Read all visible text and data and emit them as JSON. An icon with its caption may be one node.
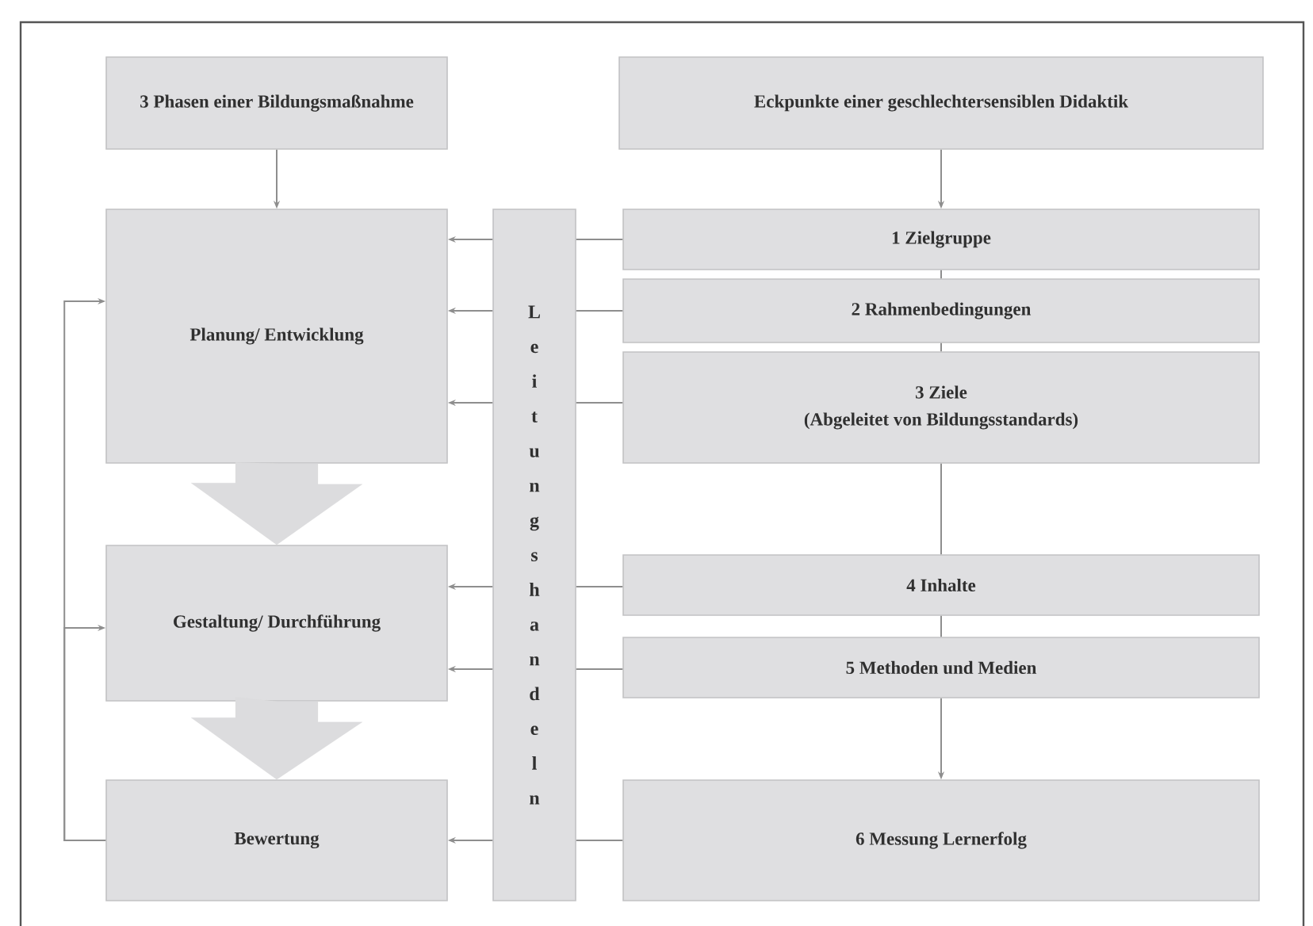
{
  "diagram": {
    "nodes": [
      {
        "text": [
          "3 Phasen einer Bildungsmaßnahme"
        ]
      },
      {
        "text": [
          "Eckpunkte einer geschlechtersensiblen Didaktik"
        ]
      },
      {
        "text": [
          "Planung/ Entwicklung"
        ]
      },
      {
        "text": [
          "Leitungshandeln"
        ]
      },
      {
        "text": [
          "1 Zielgruppe"
        ]
      },
      {
        "text": [
          "2 Rahmenbedingungen"
        ]
      },
      {
        "text": [
          "3 Ziele",
          "(Abgeleitet von Bildungsstandards)"
        ]
      },
      {
        "text": [
          "Gestaltung/ Durchführung"
        ]
      },
      {
        "text": [
          "4 Inhalte"
        ]
      },
      {
        "text": [
          "5 Methoden und Medien"
        ]
      },
      {
        "text": [
          "Bewertung"
        ]
      },
      {
        "text": [
          "6 Messung Lernerfolg"
        ]
      }
    ],
    "edges": [
      {
        "from": 0,
        "to": 2,
        "arrow": "to"
      },
      {
        "from": 1,
        "to": 4,
        "arrow": "to"
      },
      {
        "from": 4,
        "to": 3,
        "arrow": "none"
      },
      {
        "from": 3,
        "to": 2,
        "arrow": "to"
      },
      {
        "from": 5,
        "to": 3,
        "arrow": "none"
      },
      {
        "from": 3,
        "to": 2,
        "arrow": "to"
      },
      {
        "from": 6,
        "to": 3,
        "arrow": "none"
      },
      {
        "from": 3,
        "to": 2,
        "arrow": "to"
      },
      {
        "from": 4,
        "to": 5,
        "arrow": "none"
      },
      {
        "from": 5,
        "to": 6,
        "arrow": "none"
      },
      {
        "from": 6,
        "to": 8,
        "arrow": "none"
      },
      {
        "from": 8,
        "to": 9,
        "arrow": "none"
      },
      {
        "from": 9,
        "to": 11,
        "arrow": "to"
      },
      {
        "from": 8,
        "to": 3,
        "arrow": "none"
      },
      {
        "from": 3,
        "to": 7,
        "arrow": "to"
      },
      {
        "from": 9,
        "to": 3,
        "arrow": "none"
      },
      {
        "from": 3,
        "to": 7,
        "arrow": "to"
      },
      {
        "from": 11,
        "to": 3,
        "arrow": "none"
      },
      {
        "from": 3,
        "to": 10,
        "arrow": "to"
      },
      {
        "from": 10,
        "to": 2,
        "arrow": "to"
      },
      {
        "from": 10,
        "to": 7,
        "arrow": "to"
      },
      {
        "from": 2,
        "to": 7,
        "arrow": "to",
        "style": "thick",
        "color": "#dcdcde"
      },
      {
        "from": 7,
        "to": 10,
        "arrow": "to",
        "style": "thick",
        "color": "#dcdcde"
      }
    ]
  }
}
